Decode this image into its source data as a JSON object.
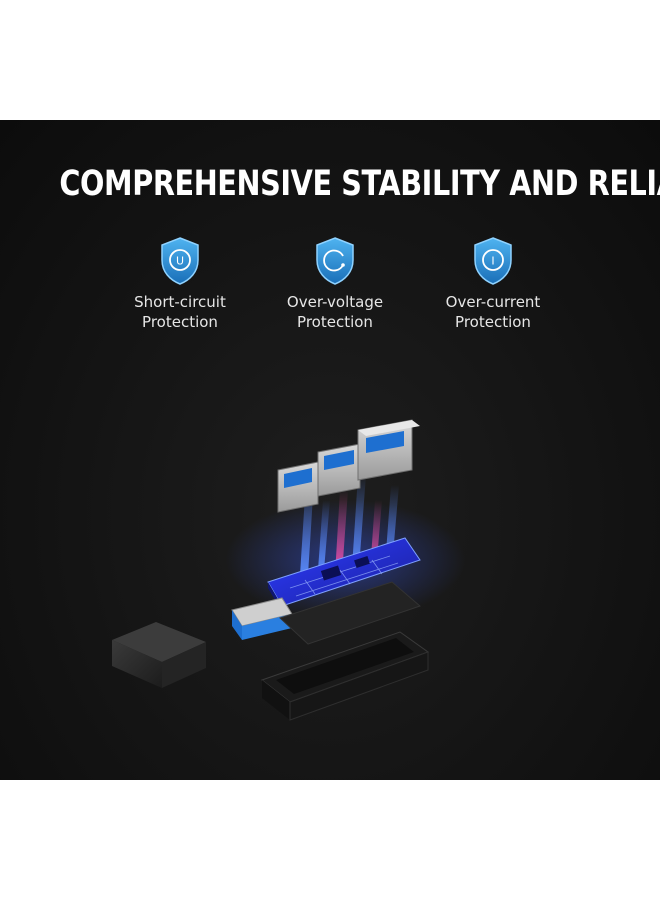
{
  "headline": "COMPREHENSIVE STABILITY AND RELIABILITY",
  "features": [
    {
      "icon": "shield-u-icon",
      "glyph": "U",
      "line1": "Short-circuit",
      "line2": "Protection"
    },
    {
      "icon": "shield-c-icon",
      "glyph": "",
      "line1": "Over-voltage",
      "line2": "Protection"
    },
    {
      "icon": "shield-i-icon",
      "glyph": "I",
      "line1": "Over-current",
      "line2": "Protection"
    }
  ],
  "colors": {
    "background": "#141414",
    "accent_blue": "#2a8fd8",
    "circuit_glow": "#3a5cff",
    "usb_blue": "#1e6fd0"
  }
}
